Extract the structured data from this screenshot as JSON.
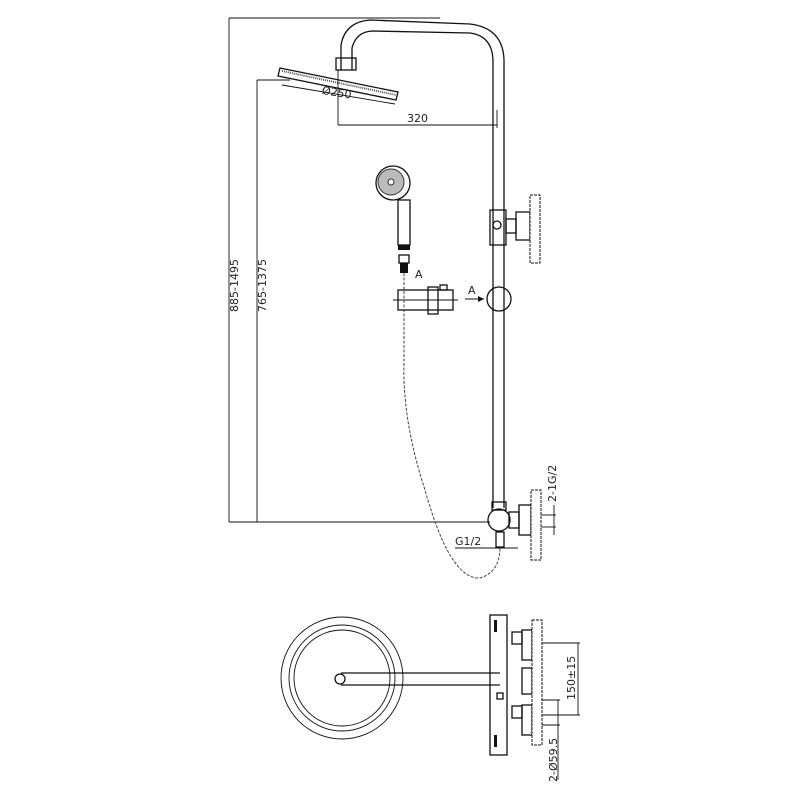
{
  "drawing": {
    "dim_total_height": "885-1495",
    "dim_head_height": "765-1375",
    "dim_head_diameter": "Ø250",
    "dim_arm_length": "320",
    "section_mark_1": "A",
    "section_mark_2": "A",
    "dim_inlet": "2-1G/2",
    "dim_outlet": "G1/2",
    "dim_centers": "150±15",
    "dim_flange": "2-Ø59.5"
  }
}
